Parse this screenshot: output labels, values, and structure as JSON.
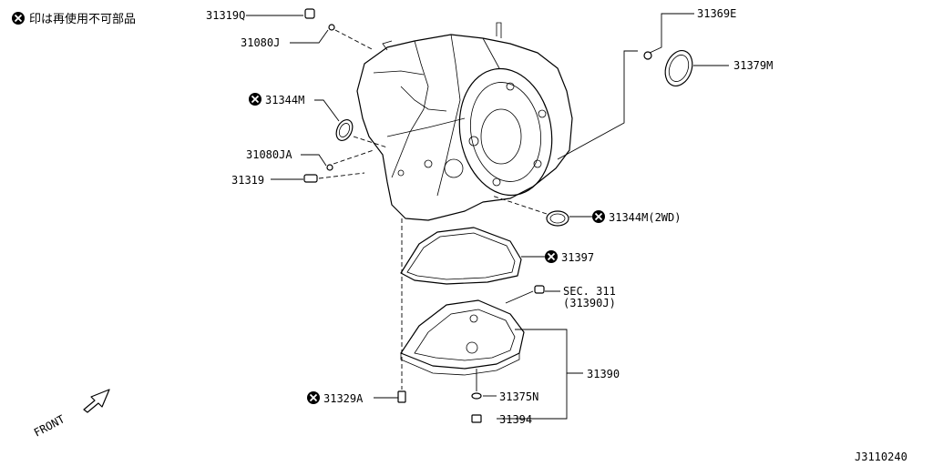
{
  "legend": {
    "marker_icon": "x-circle-icon",
    "text": "印は再使用不可部品"
  },
  "callouts": [
    {
      "id": "c1",
      "text": "31319Q",
      "marked": false
    },
    {
      "id": "c2",
      "text": "31080J",
      "marked": false
    },
    {
      "id": "c3",
      "text": "31344M",
      "marked": true
    },
    {
      "id": "c4",
      "text": "31080JA",
      "marked": false
    },
    {
      "id": "c5",
      "text": "31319",
      "marked": false
    },
    {
      "id": "c6",
      "text": "31369E",
      "marked": false
    },
    {
      "id": "c7",
      "text": "31379M",
      "marked": false
    },
    {
      "id": "c8",
      "text": "31344M(2WD)",
      "marked": true
    },
    {
      "id": "c9",
      "text": "31397",
      "marked": true
    },
    {
      "id": "c10",
      "text": "SEC. 311",
      "marked": false
    },
    {
      "id": "c11",
      "text": "(31390J)",
      "marked": false
    },
    {
      "id": "c12",
      "text": "31390",
      "marked": false
    },
    {
      "id": "c13",
      "text": "31375N",
      "marked": false
    },
    {
      "id": "c14",
      "text": "31394",
      "marked": false
    },
    {
      "id": "c15",
      "text": "31329A",
      "marked": true
    }
  ],
  "front_label": "FRONT",
  "diagram_code": "J3110240"
}
